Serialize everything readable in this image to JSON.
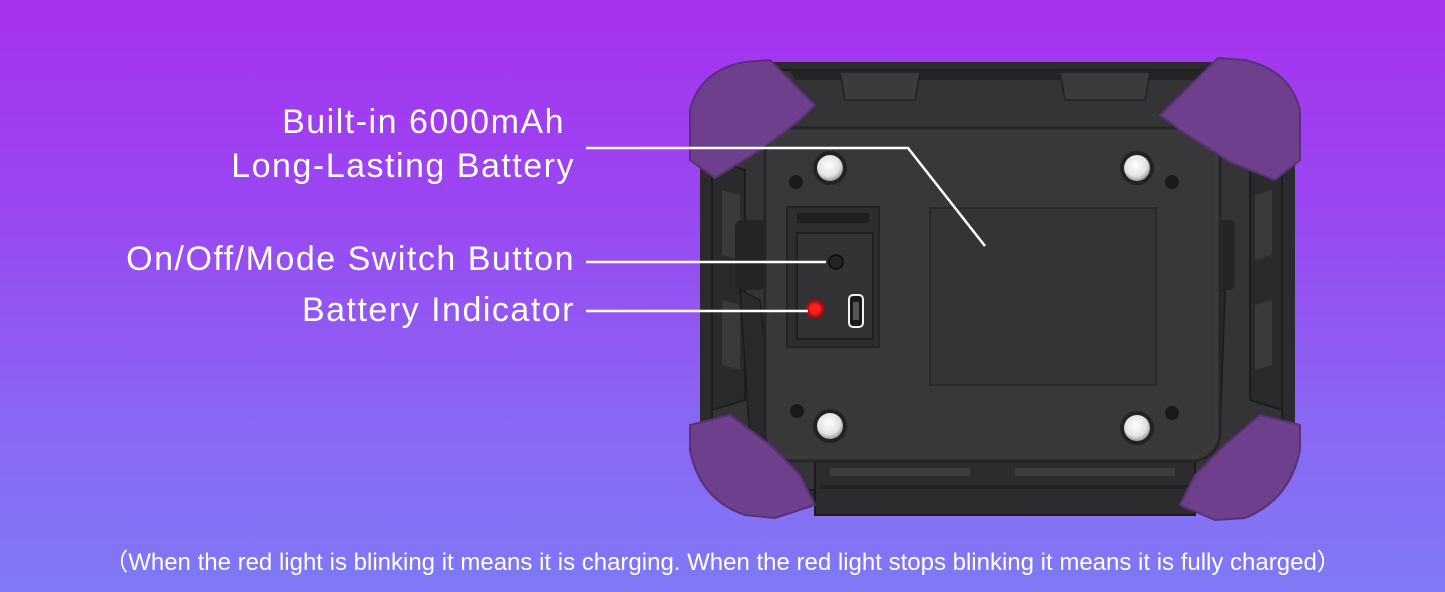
{
  "labels": {
    "battery_line1": "Built-in 6000mAh",
    "battery_line2": "Long-Lasting Battery",
    "switch": "On/Off/Mode Switch Button",
    "indicator": "Battery Indicator"
  },
  "caption": "（When the red light is blinking it means it is charging. When the red light stops blinking it means it is fully charged）",
  "colors": {
    "background_top": "#a731ef",
    "background_bottom": "#7f79f5",
    "device_body": "#2e2e30",
    "rubber_corner": "#6e3f8c",
    "indicator_led": "#ff1010"
  }
}
